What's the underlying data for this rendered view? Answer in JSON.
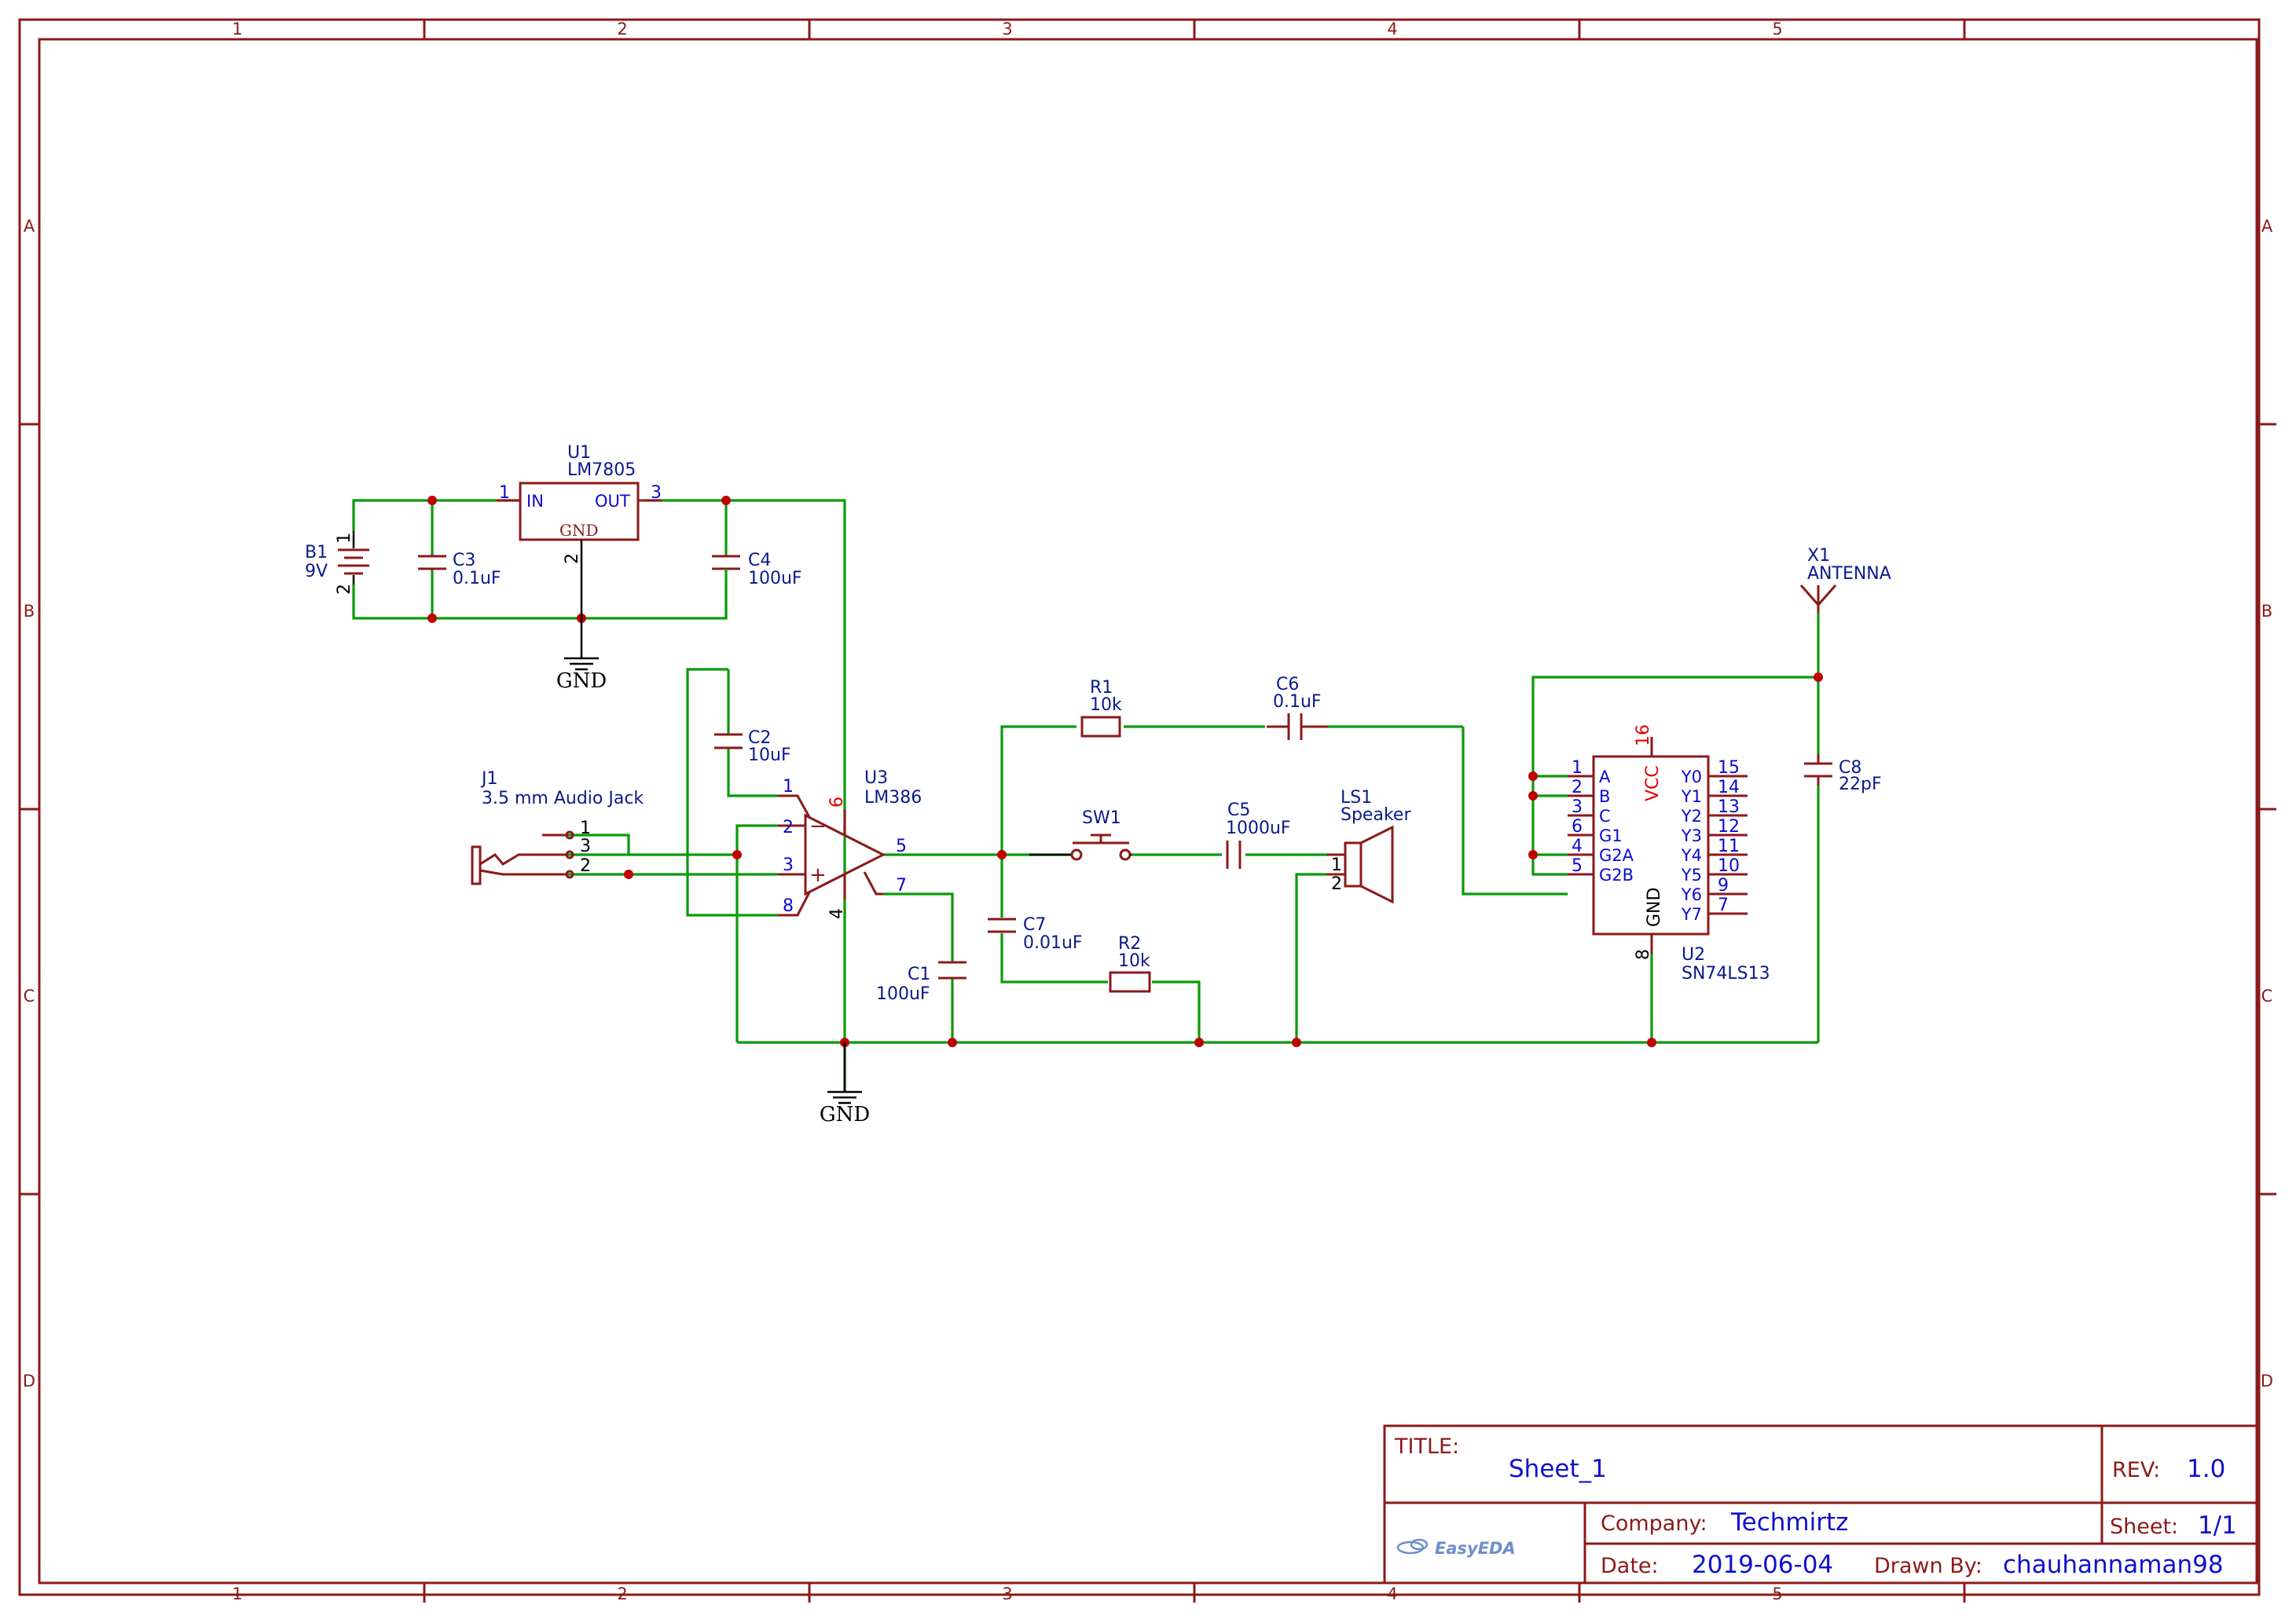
{
  "frame": {
    "column_labels": [
      "1",
      "2",
      "3",
      "4",
      "5"
    ],
    "row_labels": [
      "A",
      "B",
      "C",
      "D"
    ]
  },
  "components": {
    "U1": {
      "ref": "U1",
      "value": "LM7805",
      "pins": {
        "in_num": "1",
        "out_num": "3",
        "gnd_num": "2",
        "in": "IN",
        "out": "OUT",
        "gnd": "GND"
      }
    },
    "B1": {
      "ref": "B1",
      "value": "9V",
      "pin1": "1",
      "pin2": "2"
    },
    "C3": {
      "ref": "C3",
      "value": "0.1uF"
    },
    "C4": {
      "ref": "C4",
      "value": "100uF"
    },
    "C2": {
      "ref": "C2",
      "value": "10uF"
    },
    "J1": {
      "ref": "J1",
      "value": "3.5 mm Audio Jack",
      "pins": [
        "1",
        "3",
        "2"
      ]
    },
    "U3": {
      "ref": "U3",
      "value": "LM386",
      "pins": {
        "p1": "1",
        "p2": "2",
        "p3": "3",
        "p4": "4",
        "p5": "5",
        "p6": "6",
        "p7": "7",
        "p8": "8",
        "minus": "−",
        "plus": "+"
      }
    },
    "C1": {
      "ref": "C1",
      "value": "100uF"
    },
    "C7": {
      "ref": "C7",
      "value": "0.01uF"
    },
    "R1": {
      "ref": "R1",
      "value": "10k"
    },
    "R2": {
      "ref": "R2",
      "value": "10k"
    },
    "C6": {
      "ref": "C6",
      "value": "0.1uF"
    },
    "SW1": {
      "ref": "SW1"
    },
    "C5": {
      "ref": "C5",
      "value": "1000uF"
    },
    "LS1": {
      "ref": "LS1",
      "value": "Speaker",
      "pin1": "1",
      "pin2": "2"
    },
    "X1": {
      "ref": "X1",
      "value": "ANTENNA"
    },
    "C8": {
      "ref": "C8",
      "value": "22pF"
    },
    "U2": {
      "ref": "U2",
      "value": "SN74LS13",
      "vcc": "VCC",
      "gnd": "GND",
      "vcc_pin": "16",
      "gnd_pin": "8",
      "left_pins": [
        {
          "num": "1",
          "name": "A"
        },
        {
          "num": "2",
          "name": "B"
        },
        {
          "num": "3",
          "name": "C"
        },
        {
          "num": "6",
          "name": "G1"
        },
        {
          "num": "4",
          "name": "G2A"
        },
        {
          "num": "5",
          "name": "G2B"
        }
      ],
      "right_pins": [
        {
          "num": "15",
          "name": "Y0"
        },
        {
          "num": "14",
          "name": "Y1"
        },
        {
          "num": "13",
          "name": "Y2"
        },
        {
          "num": "12",
          "name": "Y3"
        },
        {
          "num": "11",
          "name": "Y4"
        },
        {
          "num": "10",
          "name": "Y5"
        },
        {
          "num": "9",
          "name": "Y6"
        },
        {
          "num": "7",
          "name": "Y7"
        }
      ]
    }
  },
  "gnd_symbols": {
    "top": "GND",
    "bottom": "GND"
  },
  "title_block": {
    "title_label": "TITLE:",
    "title_value": "Sheet_1",
    "rev_label": "REV:",
    "rev_value": "1.0",
    "company_label": "Company:",
    "company_value": "Techmirtz",
    "sheet_label": "Sheet:",
    "sheet_value": "1/1",
    "date_label": "Date:",
    "date_value": "2019-06-04",
    "drawn_label": "Drawn By:",
    "drawn_value": "chauhannaman98",
    "logo": "EasyEDA"
  },
  "colors": {
    "frame": "#8b1a1a",
    "wire": "#0a9a0a",
    "junction": "#c00000",
    "reference": "#0a1a8a",
    "pin_number": "#0a0ad0",
    "title_value": "#1010d0"
  }
}
